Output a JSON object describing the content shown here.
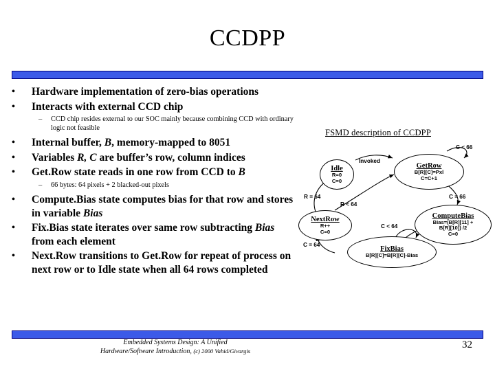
{
  "slide": {
    "title": "CCDPP",
    "page_number": "32",
    "accent_color": "#3c5ae8",
    "accent_border_color": "#000080",
    "background": "#ffffff"
  },
  "bullets": [
    {
      "mark": "•",
      "text": "Hardware implementation of zero-bias operations"
    },
    {
      "mark": "•",
      "text": "Interacts with external CCD chip"
    },
    {
      "mark": "–",
      "level": 2,
      "text": "CCD chip resides external to our SOC mainly because combining CCD with ordinary logic not feasible"
    },
    {
      "mark": "•",
      "text_pre": "Internal buffer, ",
      "text_em": "B",
      "text_post": ", memory-mapped to 8051"
    },
    {
      "mark": "•",
      "text_pre": "Variables ",
      "text_em": "R, C",
      "text_post": " are buffer’s row, column indices"
    },
    {
      "mark": "•",
      "text_pre": "Get.Row state reads in one row from CCD to ",
      "text_em": "B",
      "text_post": ""
    },
    {
      "mark": "–",
      "level": 2,
      "text": "66 bytes: 64 pixels + 2 blacked-out pixels"
    },
    {
      "mark": "•",
      "text_pre": "Compute.Bias state computes bias for that row and stores in variable ",
      "text_em": "Bias",
      "text_post": ""
    },
    {
      "mark": "•",
      "text_pre": "Fix.Bias state iterates over same row subtracting ",
      "text_em": "Bias",
      "text_post": " from each element"
    },
    {
      "mark": "•",
      "text": "Next.Row transitions to Get.Row for repeat of process on next row or to Idle state when all 64 rows completed"
    }
  ],
  "fsmd": {
    "title": "FSMD description of CCDPP",
    "states": [
      {
        "name": "Idle",
        "lines": [
          "R=0",
          "C=0"
        ]
      },
      {
        "name": "GetRow",
        "lines": [
          "B[R][C]=Pxl",
          "C=C+1"
        ]
      },
      {
        "name": "ComputeBias",
        "lines": [
          "Bias=(B[R][11] +",
          "B[R][10]) /2",
          "C=0"
        ]
      },
      {
        "name": "FixBias",
        "lines": [
          "B[R][C]=B[R][C]-Bias"
        ]
      },
      {
        "name": "NextRow",
        "lines": [
          "R++",
          "C=0"
        ]
      }
    ],
    "edges": [
      {
        "label": "Invoked"
      },
      {
        "label": "C < 66"
      },
      {
        "label": "C = 66"
      },
      {
        "label": "C < 64"
      },
      {
        "label": "C = 64"
      },
      {
        "label": "R < 64"
      },
      {
        "label": "R = 64"
      }
    ]
  },
  "footer": {
    "line1": "Embedded Systems Design: A Unified",
    "line2": "Hardware/Software Introduction,",
    "copyright": "(c) 2000 Vahid/Givargis"
  }
}
